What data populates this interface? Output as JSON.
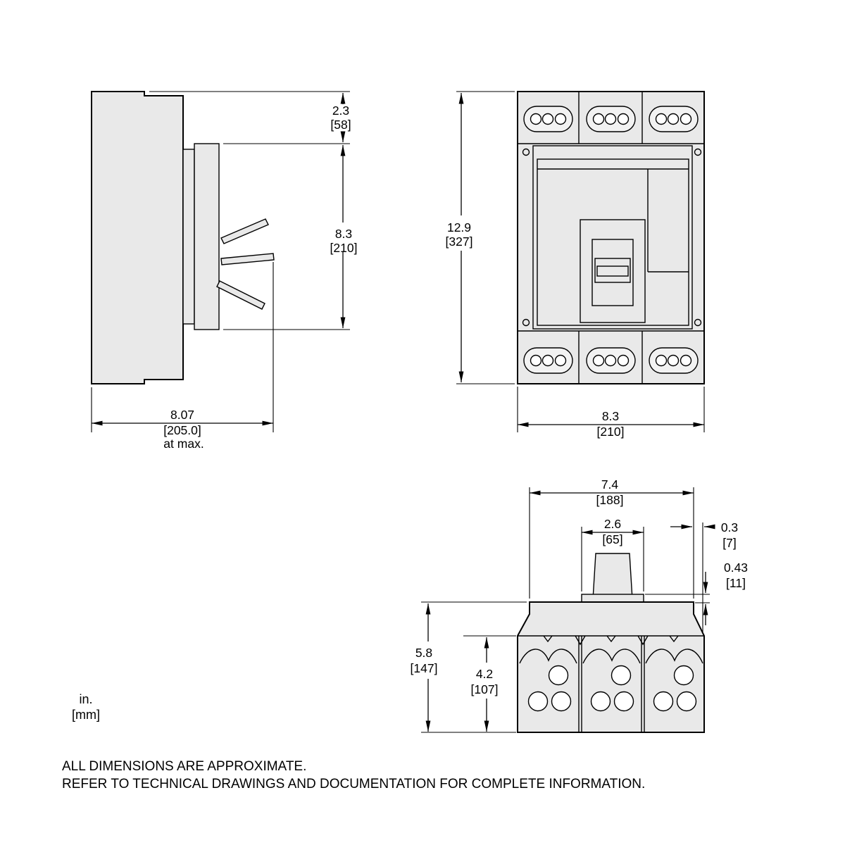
{
  "drawing": {
    "kind": "circuit-breaker-dimensional-drawing",
    "colors": {
      "body_fill": "#e9e9e9",
      "line": "#000000",
      "background": "#ffffff"
    }
  },
  "dims": {
    "side_top": {
      "in": "2.3",
      "mm": "[58]"
    },
    "side_body": {
      "in": "8.3",
      "mm": "[210]"
    },
    "side_width": {
      "in": "8.07",
      "mm": "[205.0]",
      "note": "at max."
    },
    "front_height": {
      "in": "12.9",
      "mm": "[327]"
    },
    "front_width": {
      "in": "8.3",
      "mm": "[210]"
    },
    "bottom_width": {
      "in": "7.4",
      "mm": "[188]"
    },
    "handle_width": {
      "in": "2.6",
      "mm": "[65]"
    },
    "edge_offset": {
      "in": "0.3",
      "mm": "[7]"
    },
    "handle_height": {
      "in": "0.43",
      "mm": "[11]"
    },
    "overall_depth": {
      "in": "5.8",
      "mm": "[147]"
    },
    "terminal_depth": {
      "in": "4.2",
      "mm": "[107]"
    }
  },
  "units_legend": {
    "line1": "in.",
    "line2": "[mm]"
  },
  "footer": {
    "line1": "ALL DIMENSIONS ARE APPROXIMATE.",
    "line2": "REFER TO TECHNICAL DRAWINGS AND DOCUMENTATION FOR COMPLETE INFORMATION."
  }
}
